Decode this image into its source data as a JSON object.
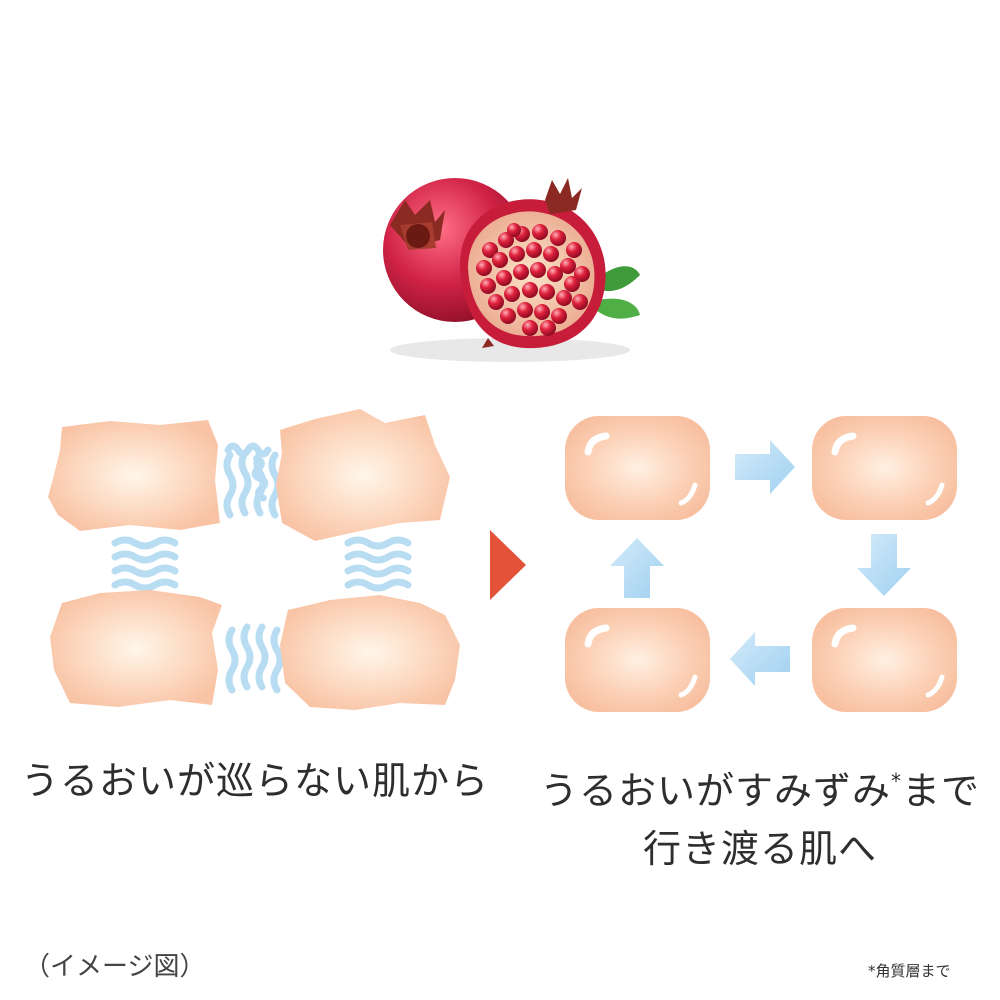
{
  "captions": {
    "left": "うるおいが巡らない肌から",
    "right_line1_a": "うるおいがすみずみ",
    "right_line1_mark": "*",
    "right_line1_b": "まで",
    "right_line2": "行き渡る肌へ"
  },
  "notes": {
    "image_label": "（イメージ図）",
    "footnote": "*角質層まで"
  },
  "colors": {
    "cell_fill": "#f9c7aa",
    "cell_center": "#fff4e6",
    "water_wave": "#b8dcf2",
    "flow_arrow": "#b3daf3",
    "transition_arrow": "#e4523a",
    "pomegranate": "#c41e3a",
    "leaf": "#3f9a3a"
  },
  "icons": {
    "fruit": "pomegranate-icon",
    "transition": "triangle-right-icon",
    "flow": "arrow-icon"
  }
}
